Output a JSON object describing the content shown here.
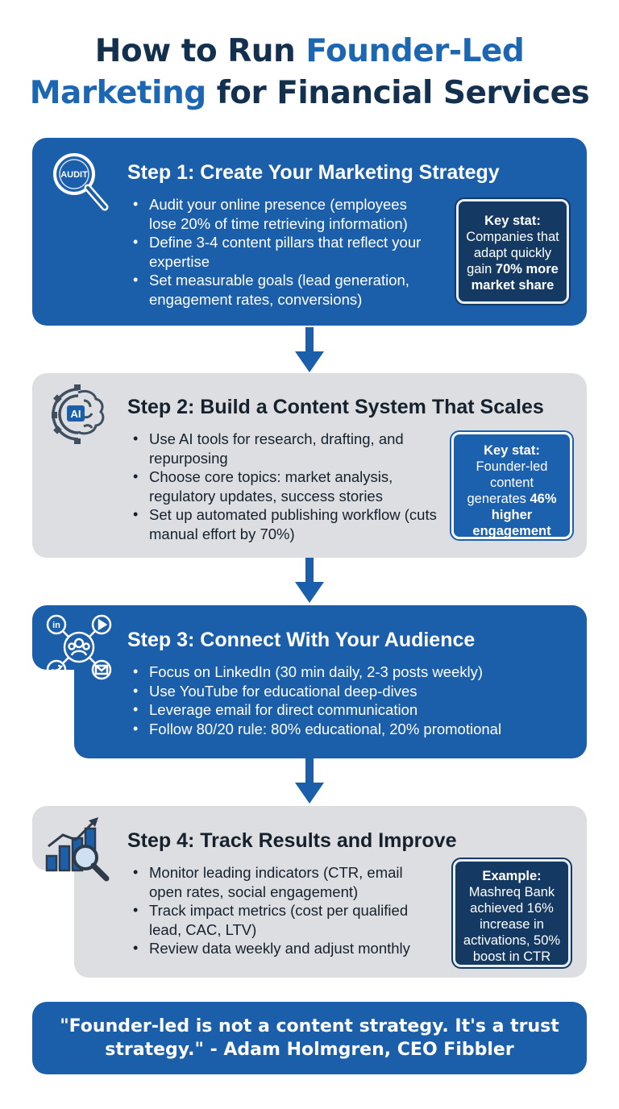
{
  "title": {
    "line1_plain": "How to Run ",
    "line1_accent": "Founder-Led",
    "line2_accent": "Marketing",
    "line2_plain": " for Financial Services"
  },
  "colors": {
    "navy": "#13304e",
    "accent_blue": "#1d66b1",
    "card_blue": "#1b5fab",
    "card_gray": "#dcdee2",
    "stat_dark": "#143a64"
  },
  "steps": [
    {
      "title": "Step 1: Create Your Marketing Strategy",
      "icon": "audit-magnifier-icon",
      "icon_text": "AUDIT",
      "bullets": [
        "Audit your online presence (employees lose 20% of time retrieving information)",
        "Define 3-4 content pillars that reflect your expertise",
        "Set measurable goals (lead generation, engagement rates, conversions)"
      ],
      "stat": {
        "label": "Key stat:",
        "text_plain": "Companies that adapt quickly gain ",
        "text_bold": "70% more market share"
      }
    },
    {
      "title": "Step 2: Build a Content System That Scales",
      "icon": "ai-brain-gear-icon",
      "icon_text": "AI",
      "bullets": [
        "Use AI tools for research, drafting, and repurposing",
        "Choose core topics: market analysis, regulatory updates, success stories",
        "Set up automated publishing workflow (cuts manual effort by 70%)"
      ],
      "stat": {
        "label": "Key stat:",
        "text_plain": "Founder-led content generates ",
        "text_bold": "46% higher engagement"
      }
    },
    {
      "title": "Step 3: Connect With Your Audience",
      "icon": "social-network-icon",
      "icon_text": "in",
      "bullets": [
        "Focus on LinkedIn (30 min daily, 2-3 posts weekly)",
        "Use YouTube for educational deep-dives",
        "Leverage email for direct communication",
        "Follow 80/20 rule: 80% educational, 20% promotional"
      ]
    },
    {
      "title": "Step 4: Track Results and Improve",
      "icon": "chart-magnifier-icon",
      "bullets": [
        "Monitor leading indicators (CTR, email open rates, social engagement)",
        "Track impact metrics (cost per qualified lead, CAC, LTV)",
        "Review data weekly and adjust monthly"
      ],
      "stat": {
        "label": "Example:",
        "text_plain": "Mashreq Bank achieved 16% increase in activations, 50% boost in CTR",
        "text_bold": ""
      }
    }
  ],
  "quote": {
    "line1": "\"Founder-led is not a content strategy. It's a trust",
    "line2": "strategy.\" - Adam Holmgren, CEO Fibbler"
  }
}
